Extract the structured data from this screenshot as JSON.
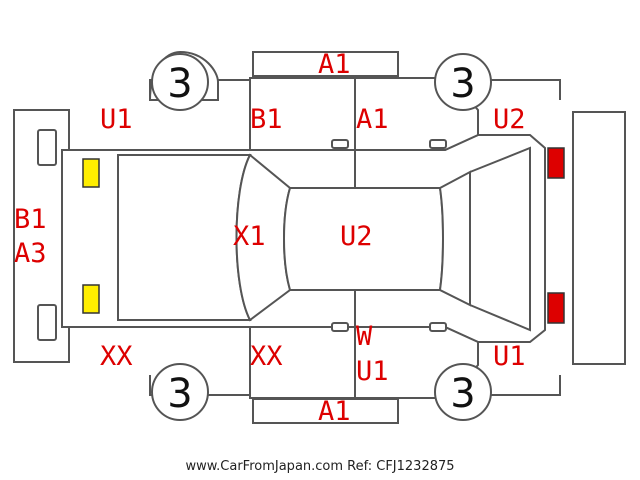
{
  "colors": {
    "outline": "#555555",
    "code_text": "#dd0000",
    "front_lamp": "#ffee00",
    "rear_lamp": "#dd0000"
  },
  "tires": {
    "front_left": "3",
    "rear_left": "3",
    "front_right": "3",
    "rear_right": "3"
  },
  "codes": {
    "top_side_panel": "A1",
    "front_top": "U1",
    "top_front_door": "B1",
    "top_rear_door": "A1",
    "rear_top": "U2",
    "front_bumper_line1": "B1",
    "front_bumper_line2": "A3",
    "hood": "X1",
    "roof": "U2",
    "front_bottom": "XX",
    "bottom_front_door": "XX",
    "bottom_rear_door_line1": "W",
    "bottom_rear_door_line2": "U1",
    "rear_bottom": "U1",
    "bottom_side_panel": "A1"
  },
  "footer": "www.CarFromJapan.com Ref: CFJ1232875"
}
